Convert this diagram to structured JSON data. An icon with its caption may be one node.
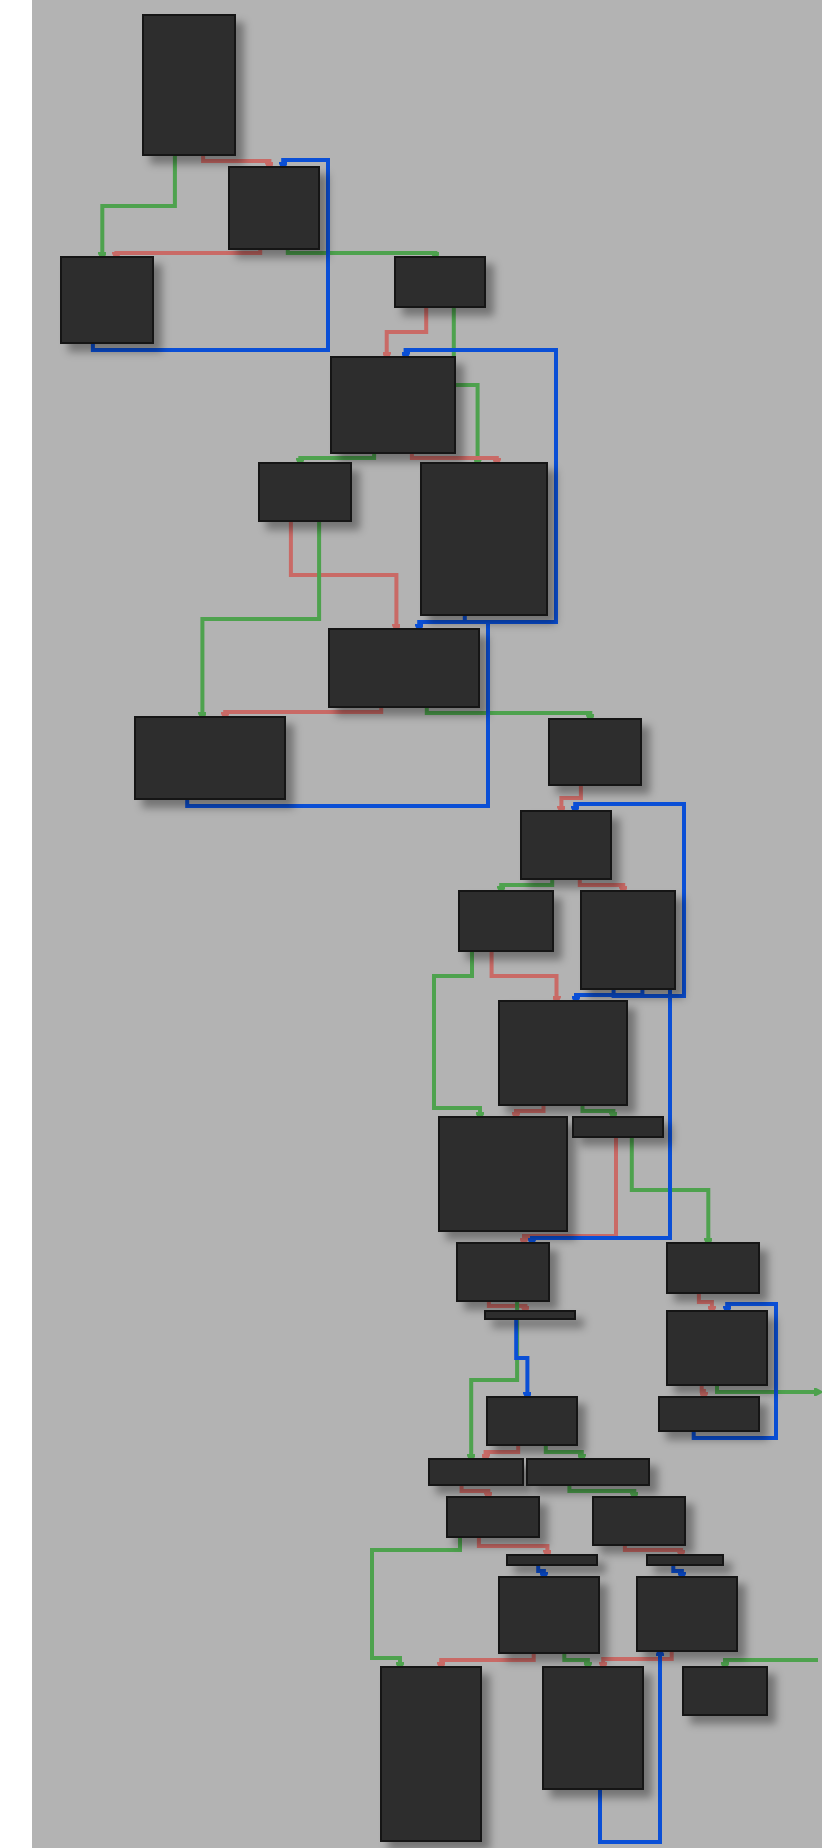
{
  "diagram": {
    "nodes": [
      {
        "text": [],
        "shape": "box"
      },
      {
        "text": [],
        "shape": "box"
      },
      {
        "text": [],
        "shape": "box"
      },
      {
        "text": [],
        "shape": "box"
      },
      {
        "text": [],
        "shape": "box"
      },
      {
        "text": [],
        "shape": "box"
      },
      {
        "text": [],
        "shape": "box"
      },
      {
        "text": [],
        "shape": "box"
      },
      {
        "text": [],
        "shape": "box"
      },
      {
        "text": [],
        "shape": "box"
      },
      {
        "text": [],
        "shape": "box"
      },
      {
        "text": [],
        "shape": "box"
      },
      {
        "text": [],
        "shape": "box"
      },
      {
        "text": [],
        "shape": "box"
      },
      {
        "text": [],
        "shape": "box"
      },
      {
        "text": [],
        "shape": "box"
      },
      {
        "text": [],
        "shape": "box"
      },
      {
        "text": [],
        "shape": "box"
      },
      {
        "text": [],
        "shape": "box"
      },
      {
        "text": [],
        "shape": "box"
      },
      {
        "text": [],
        "shape": "box"
      },
      {
        "text": [],
        "shape": "box"
      },
      {
        "text": [],
        "shape": "box"
      },
      {
        "text": [],
        "shape": "box"
      },
      {
        "text": [],
        "shape": "box"
      },
      {
        "text": [],
        "shape": "box"
      },
      {
        "text": [],
        "shape": "box"
      },
      {
        "text": [],
        "shape": "box"
      },
      {
        "text": [],
        "shape": "box"
      },
      {
        "text": [],
        "shape": "box"
      },
      {
        "text": [],
        "shape": "box"
      },
      {
        "text": [],
        "shape": "box"
      },
      {
        "text": [],
        "shape": "box"
      }
    ],
    "edges": [
      {
        "from": 0,
        "to": 2,
        "arrow": "to",
        "color": "#4ea24e"
      },
      {
        "from": 0,
        "to": 1,
        "arrow": "to"
      },
      {
        "from": 1,
        "to": 2,
        "arrow": "to"
      },
      {
        "from": 1,
        "to": 3,
        "arrow": "to",
        "color": "#4ea24e"
      },
      {
        "from": 2,
        "to": 1,
        "arrow": "to",
        "color": "#0a4fd6"
      },
      {
        "from": 3,
        "to": 4,
        "arrow": "to"
      },
      {
        "from": 3,
        "to": 6,
        "arrow": "to",
        "color": "#4ea24e"
      },
      {
        "from": 4,
        "to": 5,
        "arrow": "to",
        "color": "#4ea24e"
      },
      {
        "from": 4,
        "to": 6,
        "arrow": "to"
      },
      {
        "from": 6,
        "to": 4,
        "arrow": "to",
        "color": "#0a4fd6"
      },
      {
        "from": 5,
        "to": 7,
        "arrow": "to"
      },
      {
        "from": 5,
        "to": 8,
        "arrow": "to",
        "color": "#4ea24e"
      },
      {
        "from": 7,
        "to": 8,
        "arrow": "to"
      },
      {
        "from": 7,
        "to": 9,
        "arrow": "to",
        "color": "#4ea24e"
      },
      {
        "from": 8,
        "to": 7,
        "arrow": "to",
        "color": "#0a4fd6"
      },
      {
        "from": 9,
        "to": 10,
        "arrow": "to"
      },
      {
        "from": 10,
        "to": 11,
        "arrow": "to",
        "color": "#4ea24e"
      },
      {
        "from": 10,
        "to": 12,
        "arrow": "to"
      },
      {
        "from": 12,
        "to": 10,
        "arrow": "to",
        "color": "#0a4fd6"
      },
      {
        "from": 11,
        "to": 13,
        "arrow": "to"
      },
      {
        "from": 11,
        "to": 14,
        "arrow": "to",
        "color": "#4ea24e"
      },
      {
        "from": 12,
        "to": 13,
        "arrow": "to",
        "color": "#0a4fd6"
      },
      {
        "from": 13,
        "to": 14,
        "arrow": "to"
      },
      {
        "from": 13,
        "to": 15,
        "arrow": "to",
        "color": "#4ea24e"
      },
      {
        "from": 15,
        "to": 16,
        "arrow": "to"
      },
      {
        "from": 15,
        "to": 17,
        "arrow": "to",
        "color": "#4ea24e"
      },
      {
        "from": 12,
        "to": 16,
        "arrow": "to",
        "color": "#0a4fd6"
      },
      {
        "from": 16,
        "to": 18,
        "arrow": "to"
      },
      {
        "from": 16,
        "to": 22,
        "arrow": "to",
        "color": "#4ea24e"
      },
      {
        "from": 17,
        "to": 19,
        "arrow": "to"
      },
      {
        "from": 19,
        "to": 21,
        "arrow": "to"
      },
      {
        "from": 19,
        "to": null,
        "arrow": "to",
        "color": "#4ea24e"
      },
      {
        "from": 21,
        "to": 19,
        "arrow": "to",
        "color": "#0a4fd6"
      },
      {
        "from": 18,
        "to": 20,
        "arrow": "to",
        "color": "#0a4fd6"
      },
      {
        "from": 20,
        "to": 22,
        "arrow": "to"
      },
      {
        "from": 20,
        "to": 23,
        "arrow": "to",
        "color": "#4ea24e"
      },
      {
        "from": 22,
        "to": 24,
        "arrow": "to"
      },
      {
        "from": 23,
        "to": 25,
        "arrow": "to",
        "color": "#4ea24e"
      },
      {
        "from": 24,
        "to": 26,
        "arrow": "to"
      },
      {
        "from": 24,
        "to": 31,
        "arrow": "to",
        "color": "#4ea24e"
      },
      {
        "from": 25,
        "to": 27,
        "arrow": "to"
      },
      {
        "from": 26,
        "to": 28,
        "arrow": "to",
        "color": "#0a4fd6"
      },
      {
        "from": 27,
        "to": 29,
        "arrow": "to",
        "color": "#0a4fd6"
      },
      {
        "from": 28,
        "to": 31,
        "arrow": "to"
      },
      {
        "from": 28,
        "to": 32,
        "arrow": "to",
        "color": "#4ea24e"
      },
      {
        "from": 29,
        "to": 32,
        "arrow": "to"
      },
      {
        "from": null,
        "to": 30,
        "arrow": "to",
        "color": "#4ea24e"
      },
      {
        "from": 32,
        "to": 29,
        "arrow": "to",
        "color": "#0a4fd6"
      }
    ]
  }
}
